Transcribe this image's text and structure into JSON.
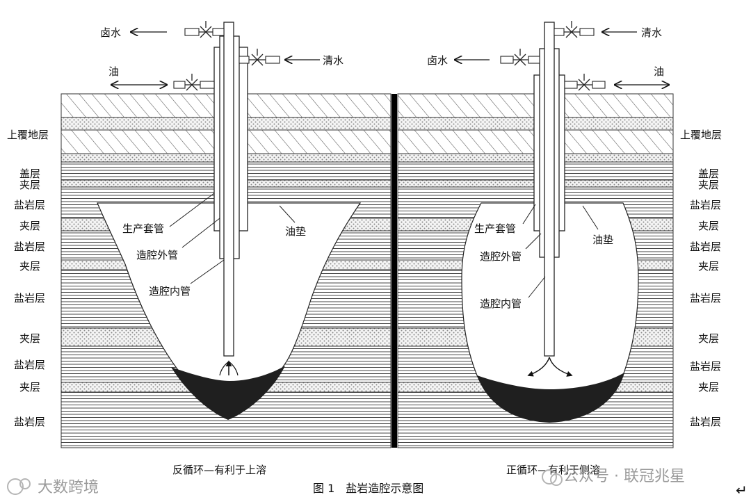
{
  "left_panel": {
    "caption": "反循环—有利于上溶",
    "inputs": {
      "brine_out": "卤水",
      "clean_water_in": "清水",
      "oil": "油"
    },
    "pipes": {
      "production_casing": "生产套管",
      "cavity_outer_pipe": "造腔外管",
      "cavity_inner_pipe": "造腔内管",
      "oil_cushion": "油垫"
    }
  },
  "right_panel": {
    "caption": "正循环—有利于侧溶",
    "inputs": {
      "clean_water_in": "清水",
      "brine_out": "卤水",
      "oil": "油"
    },
    "pipes": {
      "production_casing": "生产套管",
      "cavity_outer_pipe": "造腔外管",
      "cavity_inner_pipe": "造腔内管",
      "oil_cushion": "油垫"
    }
  },
  "strata_labels": {
    "overburden": "上覆地层",
    "caprock": "盖层",
    "interlayer": "夹层",
    "salt_layer": "盐岩层"
  },
  "figure_caption": "图 1　盐岩造腔示意图",
  "watermarks": {
    "left": "大数跨境",
    "right": "公众号 · 联冠兆星"
  },
  "colors": {
    "line": "#111111",
    "sediment": "#1f1f1f",
    "interlayer_dot": "#bdbdbd"
  }
}
